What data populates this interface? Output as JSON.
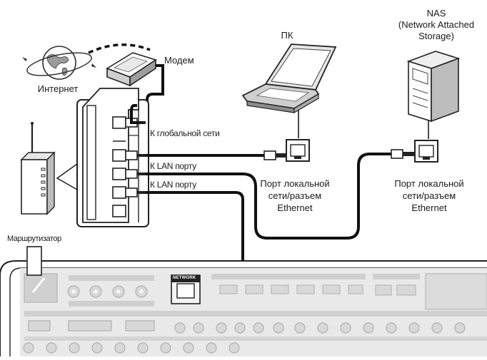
{
  "labels": {
    "nas_title": "NAS",
    "nas_sub1": "(Network Attached",
    "nas_sub2": "Storage)",
    "pc": "ПК",
    "modem": "Модем",
    "internet": "Интернет",
    "wan": "К глобальной сети",
    "lan1": "К LAN порту",
    "lan2": "К LAN порту",
    "router": "Маршрутизатор",
    "pc_port": [
      "Порт локальной",
      "сети/разъем",
      "Ethernet"
    ],
    "nas_port": [
      "Порт локальной",
      "сети/разъем",
      "Ethernet"
    ],
    "network_port": "NETWORK"
  }
}
